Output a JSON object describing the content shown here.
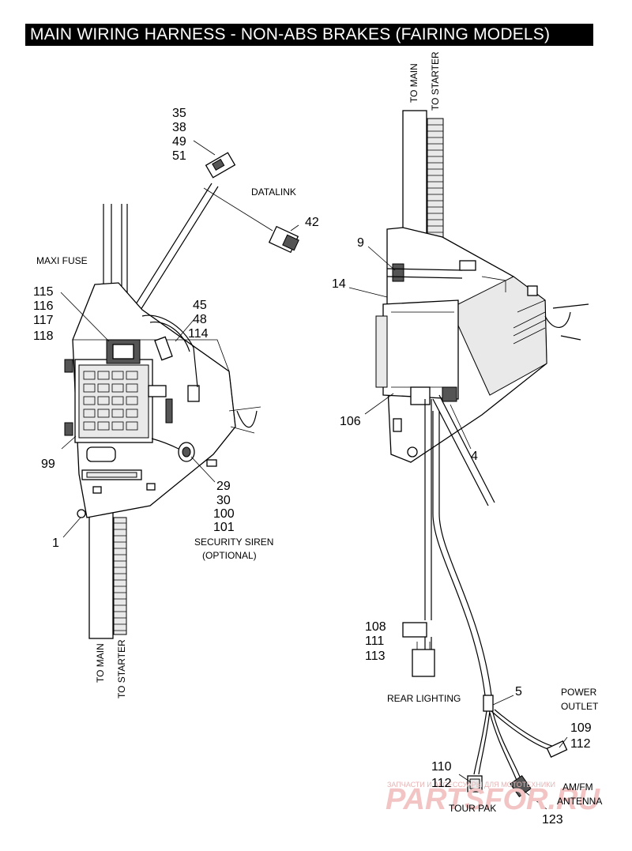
{
  "title": "MAIN WIRING HARNESS - NON-ABS BRAKES (FAIRING MODELS)",
  "callouts": {
    "c35": "35",
    "c38": "38",
    "c49": "49",
    "c51": "51",
    "c42": "42",
    "c115": "115",
    "c116": "116",
    "c117": "117",
    "c118": "118",
    "c45": "45",
    "c48": "48",
    "c114": "114",
    "c99": "99",
    "c29": "29",
    "c30": "30",
    "c100": "100",
    "c101": "101",
    "c1": "1",
    "c9": "9",
    "c14": "14",
    "c106": "106",
    "c4": "4",
    "c108": "108",
    "c111": "111",
    "c113": "113",
    "c5": "5",
    "c109": "109",
    "c112a": "112",
    "c110": "110",
    "c112b": "112",
    "c123": "123"
  },
  "labels": {
    "datalink": "DATALINK",
    "maxi_fuse": "MAXI FUSE",
    "security_siren_1": "SECURITY SIREN",
    "security_siren_2": "(OPTIONAL)",
    "to_main_top": "TO MAIN",
    "to_starter_top": "TO STARTER",
    "to_main_bottom": "TO MAIN",
    "to_starter_bottom": "TO STARTER",
    "rear_lighting": "REAR LIGHTING",
    "power_outlet_1": "POWER",
    "power_outlet_2": "OUTLET",
    "tour_pak": "TOUR PAK",
    "am_fm_1": "AM/FM",
    "am_fm_2": "ANTENNA"
  },
  "watermark": {
    "line1": "ЗАПЧАСТИ И АКСЕССУАРЫ ДЛЯ МОТОТЕХНИКИ",
    "line2": "PARTSFOR.RU"
  },
  "colors": {
    "title_bg": "#000000",
    "title_fg": "#ffffff",
    "watermark": "#f2c4c4"
  }
}
